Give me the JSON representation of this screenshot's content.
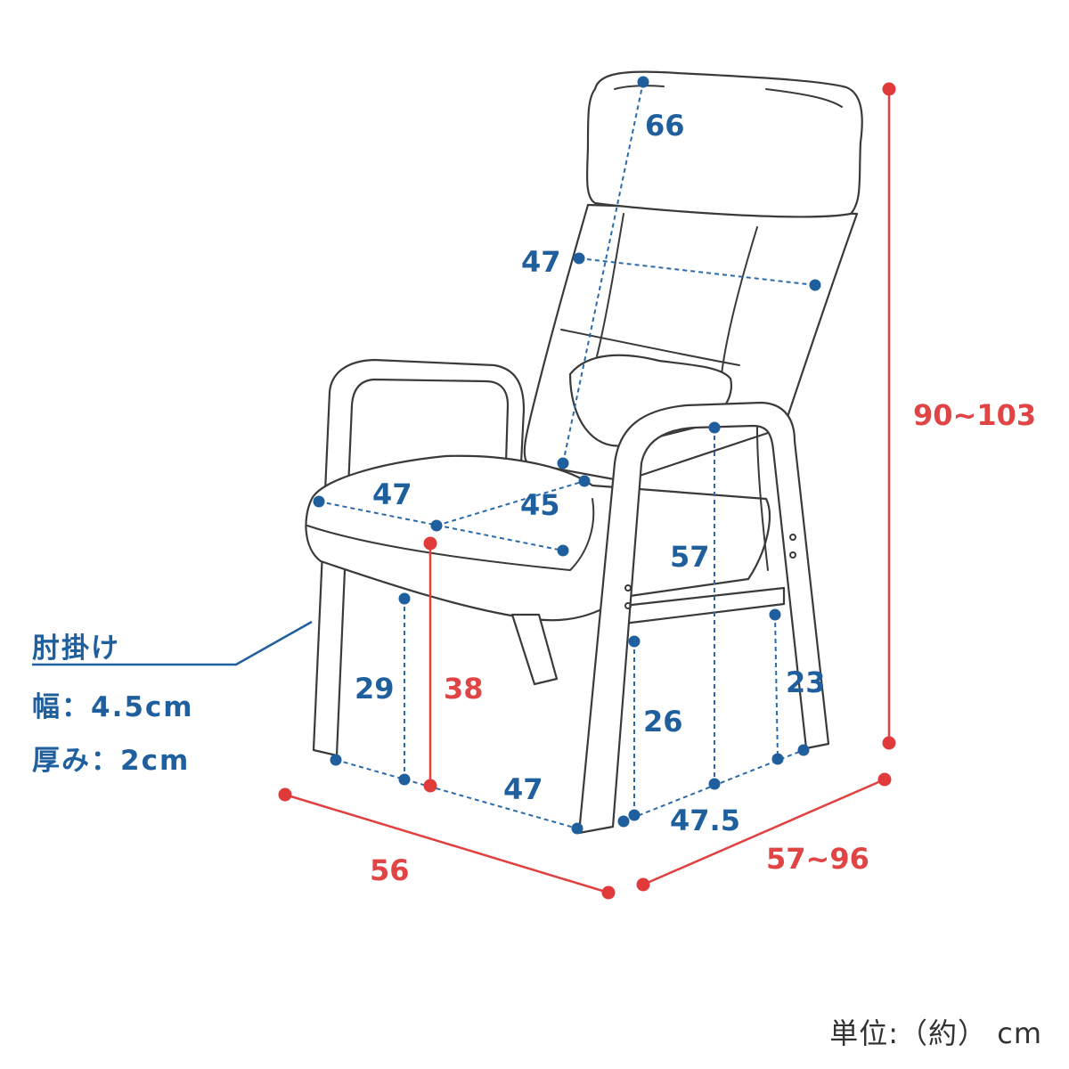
{
  "dimensions_blue": {
    "headrest_height": "66",
    "backrest_width": "47",
    "seat_width": "47",
    "seat_depth": "45",
    "arm_height_from_seat": "57",
    "front_leg_height": "29",
    "side_leg_height": "26",
    "rear_bar_height": "23",
    "base_width": "47",
    "base_depth": "47.5"
  },
  "dimensions_red": {
    "seat_height": "38",
    "total_height": "90~103",
    "total_width": "56",
    "total_depth": "57~96"
  },
  "armrest_note": {
    "title": "肘掛け",
    "width": "幅：4.5cm",
    "thickness": "厚み：2cm"
  },
  "unit_label": "単位:（約） cm",
  "colors": {
    "blue": "#1f5f9e",
    "red": "#e03a3a",
    "outline": "#3a3a3a"
  }
}
